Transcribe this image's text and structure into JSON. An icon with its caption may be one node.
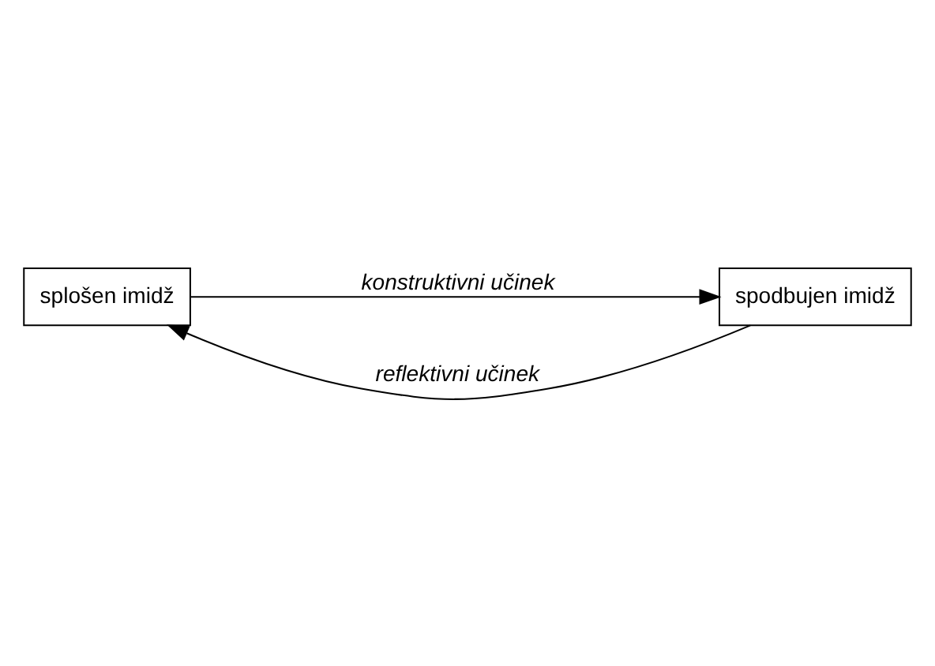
{
  "diagram": {
    "nodes": [
      {
        "text": [
          "splošen imidž"
        ]
      },
      {
        "text": [
          "spodbujen imidž"
        ]
      }
    ],
    "edges": [
      {
        "from": 1,
        "to": 0,
        "arrow": "to",
        "label": "reflektivni učinek"
      },
      {
        "from": 0,
        "to": 1,
        "arrow": "to",
        "label": "konstruktivni učinek"
      }
    ]
  }
}
